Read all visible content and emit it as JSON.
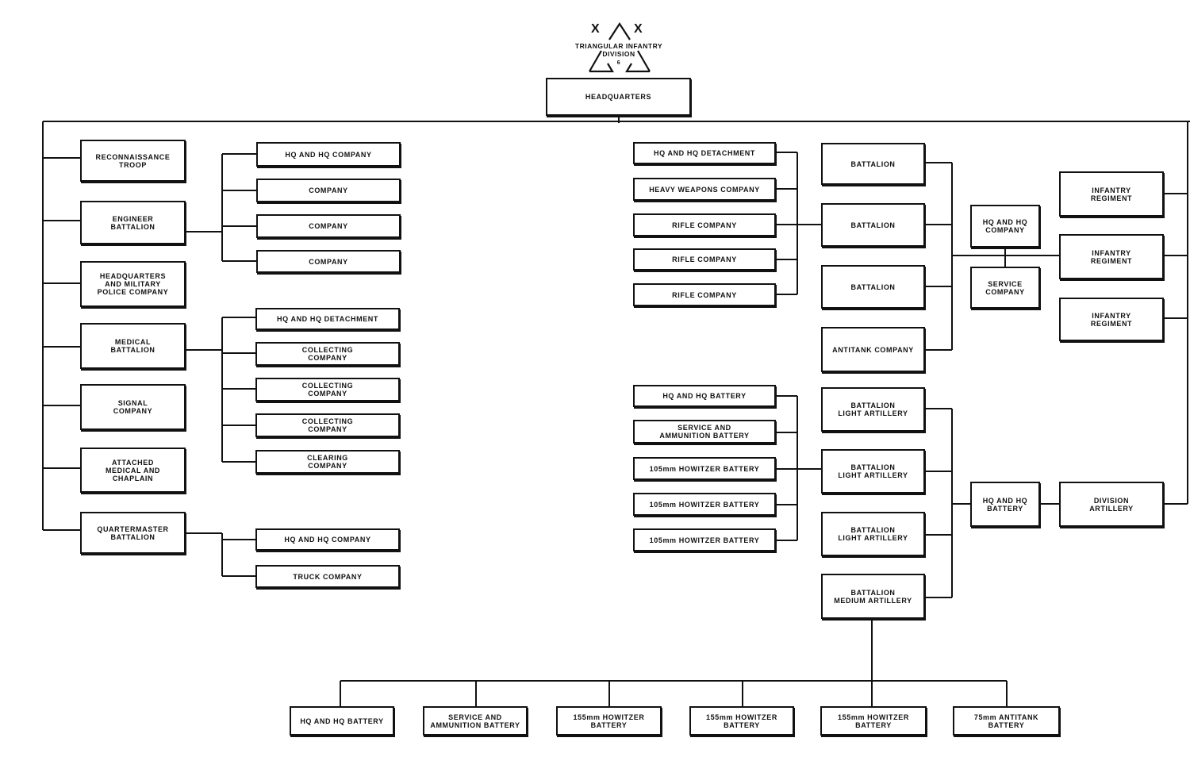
{
  "insignia": {
    "mark": "X",
    "line1": "TRIANGULAR INFANTRY",
    "line2": "DIVISION",
    "line3": "6"
  },
  "headquarters": "HEADQUARTERS",
  "special_troops": [
    "RECONNAISSANCE\nTROOP",
    "ENGINEER\nBATTALION",
    "HEADQUARTERS\nAND MILITARY\nPOLICE COMPANY",
    "MEDICAL\nBATTALION",
    "SIGNAL\nCOMPANY",
    "ATTACHED\nMEDICAL AND\nCHAPLAIN",
    "QUARTERMASTER\nBATTALION"
  ],
  "engineer_units": [
    "HQ AND HQ COMPANY",
    "COMPANY",
    "COMPANY",
    "COMPANY"
  ],
  "medical_units": [
    "HQ AND HQ DETACHMENT",
    "COLLECTING\nCOMPANY",
    "COLLECTING\nCOMPANY",
    "COLLECTING\nCOMPANY",
    "CLEARING\nCOMPANY"
  ],
  "quartermaster_units": [
    "HQ AND HQ COMPANY",
    "TRUCK COMPANY"
  ],
  "infantry_battalion_units": [
    "HQ AND HQ DETACHMENT",
    "HEAVY WEAPONS COMPANY",
    "RIFLE COMPANY",
    "RIFLE COMPANY",
    "RIFLE COMPANY"
  ],
  "regiment_units": [
    "BATTALION",
    "BATTALION",
    "BATTALION",
    "ANTITANK COMPANY"
  ],
  "regiment_support": [
    "HQ AND HQ\nCOMPANY",
    "SERVICE\nCOMPANY"
  ],
  "infantry_regiments": [
    "INFANTRY\nREGIMENT",
    "INFANTRY\nREGIMENT",
    "INFANTRY\nREGIMENT"
  ],
  "light_battalion_units": [
    "HQ AND HQ BATTERY",
    "SERVICE AND\nAMMUNITION BATTERY",
    "105mm HOWITZER BATTERY",
    "105mm HOWITZER BATTERY",
    "105mm HOWITZER BATTERY"
  ],
  "artillery_battalions": [
    "BATTALION\nLIGHT ARTILLERY",
    "BATTALION\nLIGHT ARTILLERY",
    "BATTALION\nLIGHT ARTILLERY",
    "BATTALION\nMEDIUM ARTILLERY"
  ],
  "artillery_hq": "HQ AND HQ\nBATTERY",
  "division_artillery": "DIVISION\nARTILLERY",
  "medium_battalion_units": [
    "HQ AND HQ BATTERY",
    "SERVICE AND\nAMMUNITION BATTERY",
    "155mm HOWITZER\nBATTERY",
    "155mm HOWITZER\nBATTERY",
    "155mm HOWITZER\nBATTERY",
    "75mm ANTITANK\nBATTERY"
  ]
}
